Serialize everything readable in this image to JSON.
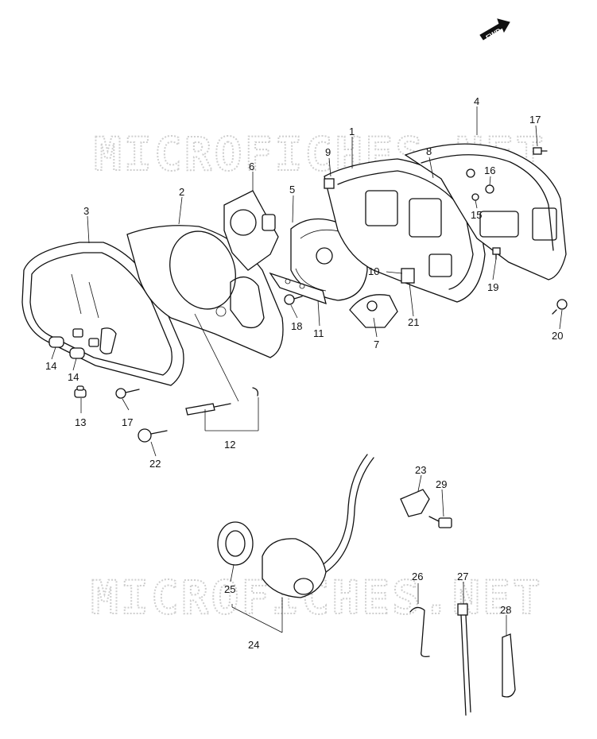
{
  "diagram": {
    "watermarks": [
      "MICROFICHES.NET",
      "MICROFICHES.NET"
    ],
    "fwd_label": "FWD",
    "callouts": [
      "1",
      "2",
      "3",
      "4",
      "5",
      "6",
      "7",
      "8",
      "9",
      "10",
      "11",
      "12",
      "13",
      "14",
      "14",
      "15",
      "16",
      "17",
      "17",
      "18",
      "19",
      "20",
      "21",
      "22",
      "23",
      "24",
      "25",
      "26",
      "27",
      "28",
      "29"
    ]
  }
}
